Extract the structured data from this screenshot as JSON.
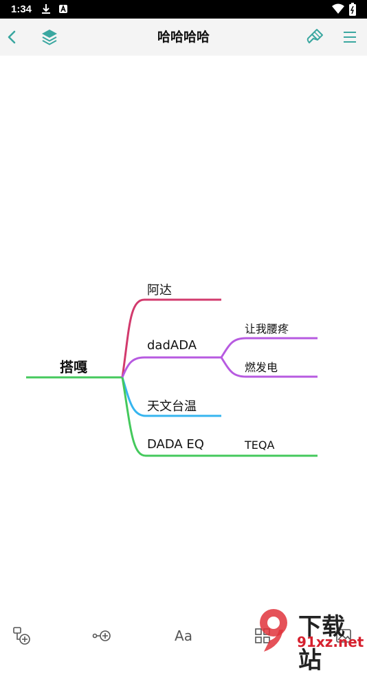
{
  "status_bar": {
    "time": "1:34"
  },
  "toolbar": {
    "title": "哈哈哈哈",
    "accent_color": "#3aa7a0"
  },
  "mindmap": {
    "root": {
      "label": "搭嘎",
      "color": "#44c95c"
    },
    "branches": [
      {
        "label": "阿达",
        "color": "#d23a6d",
        "children": []
      },
      {
        "label": "dadADA",
        "color": "#b75ae0",
        "children": [
          {
            "label": "让我腰疼"
          },
          {
            "label": "燃发电"
          }
        ]
      },
      {
        "label": "天文台温",
        "color": "#36b5ef",
        "children": []
      },
      {
        "label": "DADA EQ",
        "color": "#44c95c",
        "children": [
          {
            "label": "TEQA"
          }
        ]
      }
    ]
  },
  "bottom_bar": {
    "font_label": "Aa"
  },
  "watermark": {
    "main": "下载站",
    "sub": "91xz.net"
  }
}
